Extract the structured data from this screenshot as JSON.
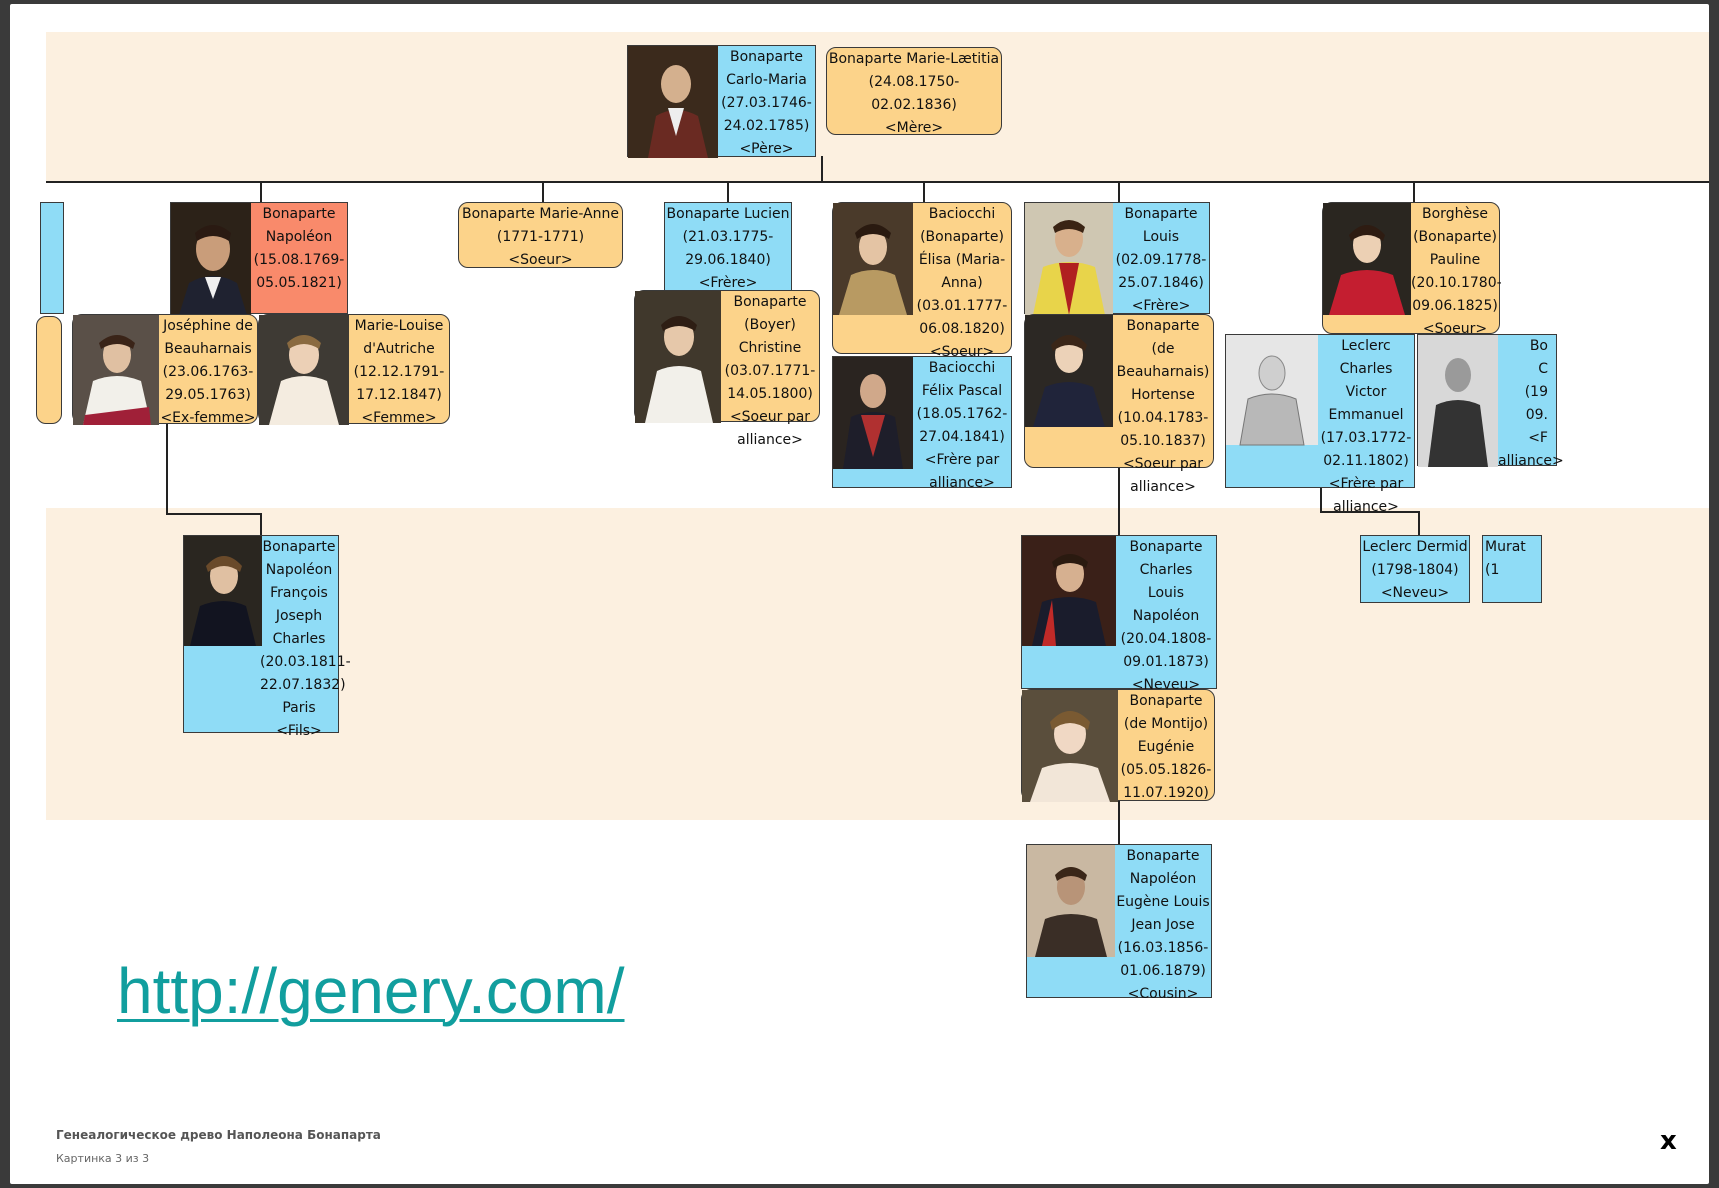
{
  "source_link": "http://genery.com/",
  "footer": {
    "title": "Генеалогическое древо Наполеона Бонапарта",
    "counter": "Картинка 3 из 3",
    "close": "x"
  },
  "colors": {
    "male": "#8fdcf6",
    "female": "#fcd38a",
    "self": "#f98a6b",
    "band": "#fcf0e0",
    "link": "#119e9e"
  },
  "persons": {
    "carlo": "Bonaparte\nCarlo-Maria\n(27.03.1746-\n24.02.1785)\n<Père>",
    "laetitia": "Bonaparte Marie-Lætitia\n(24.08.1750-\n02.02.1836)\n<Mère>",
    "napoleon": "Bonaparte\nNapoléon\n(15.08.1769-\n05.05.1821)",
    "josephine": "Joséphine de\nBeauharnais\n(23.06.1763-\n29.05.1763)\n<Ex-femme>",
    "marie_louise": "Marie-Louise\nd'Autriche\n(12.12.1791-\n17.12.1847)\n<Femme>",
    "marie_anne": "Bonaparte Marie-Anne\n(1771-1771)\n<Soeur>",
    "lucien": "Bonaparte Lucien\n(21.03.1775-\n29.06.1840)\n<Frère>",
    "christine": "Bonaparte\n(Boyer)\nChristine\n(03.07.1771-\n14.05.1800)\n<Soeur par alliance>",
    "elisa": "Baciocchi\n(Bonaparte)\nÉlisa (Maria-\nAnna)\n(03.01.1777-\n06.08.1820)\n<Soeur>",
    "felix": "Baciocchi\nFélix Pascal\n(18.05.1762-\n27.04.1841)\n<Frère par\nalliance>",
    "louis": "Bonaparte\nLouis\n(02.09.1778-\n25.07.1846)\n<Frère>",
    "hortense": "Bonaparte\n(de\nBeauharnais)\nHortense\n(10.04.1783-\n05.10.1837)\n<Soeur par alliance>",
    "pauline": "Borghèse\n(Bonaparte)\nPauline\n(20.10.1780-\n09.06.1825)\n<Soeur>",
    "leclerc": "Leclerc\nCharles\nVictor\nEmmanuel\n(17.03.1772-\n02.11.1802)\n<Frère par alliance>",
    "borghese_partial": "Bo\nC\n(19\n09.\n<F\nalliance>",
    "napoleon_ii": "Bonaparte\nNapoléon\nFrançois\nJoseph\nCharles\n(20.03.1811-\n22.07.1832)\nParis\n<Fils>",
    "napoleon_iii": "Bonaparte\nCharles\nLouis\nNapoléon\n(20.04.1808-\n09.01.1873)\n<Neveu>",
    "eugenie": "Bonaparte\n(de Montijo)\nEugénie\n(05.05.1826-\n11.07.1920)",
    "prince_imperial": "Bonaparte\nNapoléon\nEugène Louis\nJean Jose\n(16.03.1856-\n01.06.1879)\n<Cousin>",
    "dermid": "Leclerc Dermid\n(1798-1804)\n<Neveu>",
    "murat_partial": "Murat\n(1"
  }
}
